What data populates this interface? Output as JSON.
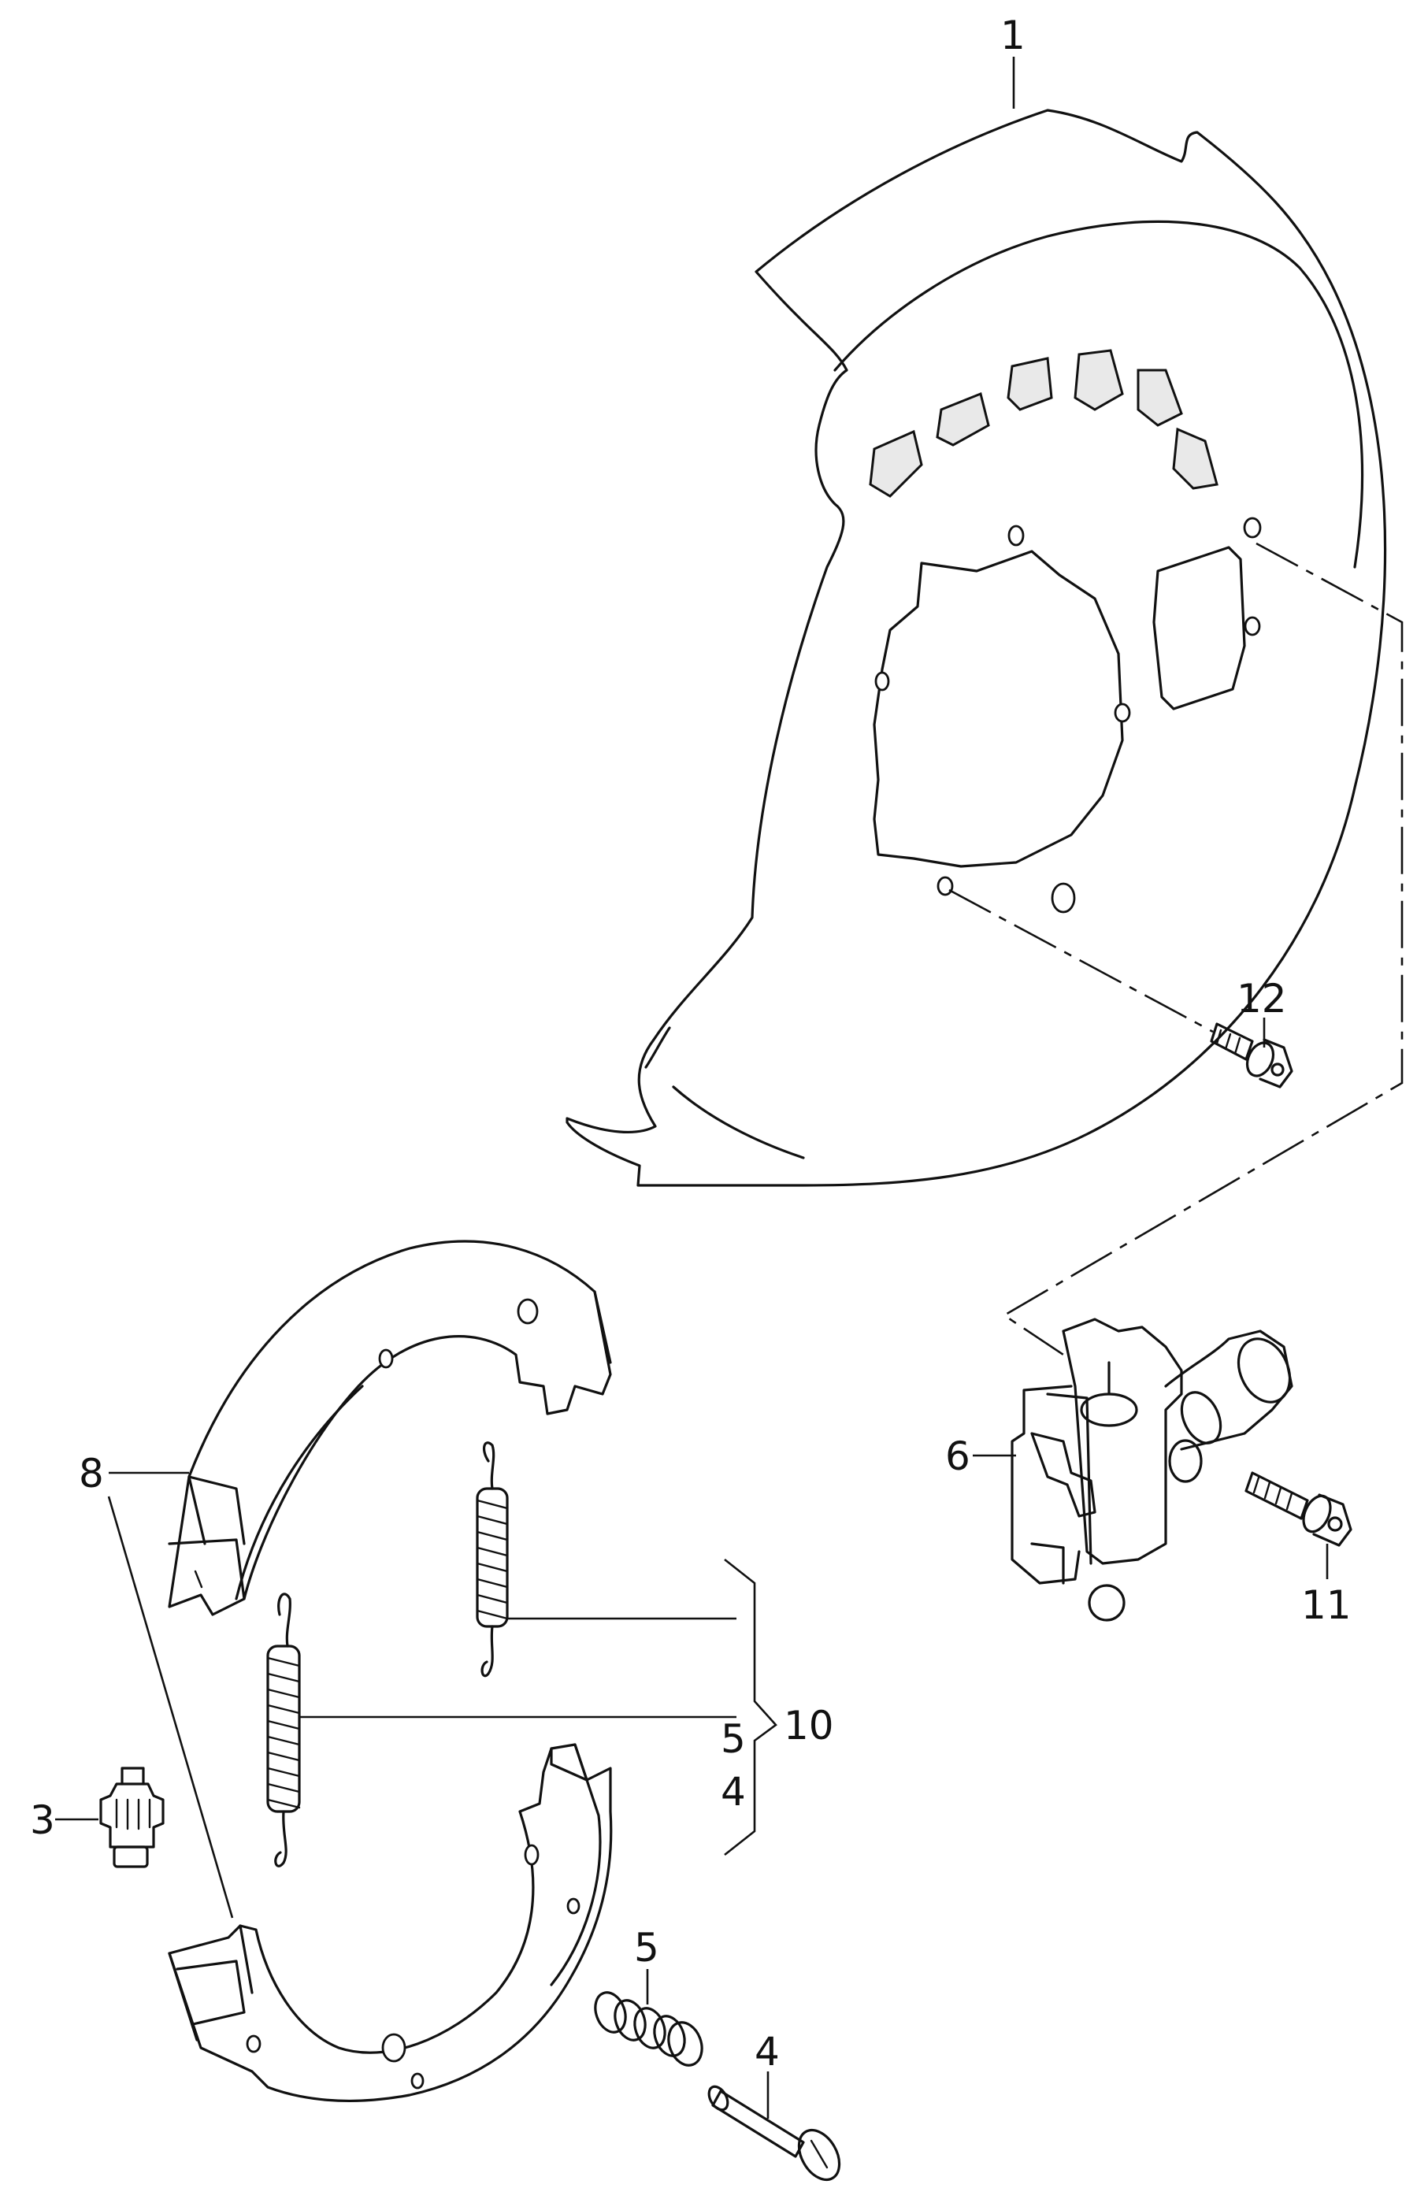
{
  "callouts": {
    "c1": "1",
    "c3": "3",
    "c4_stack": "4",
    "c4_pin": "4",
    "c5_stack": "5",
    "c5_spring": "5",
    "c6": "6",
    "c8": "8",
    "c10": "10",
    "c11": "11",
    "c12": "12"
  },
  "icons": {
    "backing_plate": "brake-backing-plate-icon",
    "brake_shoe_upper": "brake-shoe-icon",
    "brake_shoe_lower": "brake-shoe-icon",
    "return_spring": "coil-spring-icon",
    "adjuster": "adjuster-wheel-icon",
    "wheel_cylinder": "wheel-cylinder-icon",
    "bolt": "bolt-icon",
    "hold_down_spring": "compression-spring-icon",
    "hold_down_pin": "pin-icon"
  },
  "colors": {
    "line": "#111111",
    "background": "#ffffff"
  }
}
